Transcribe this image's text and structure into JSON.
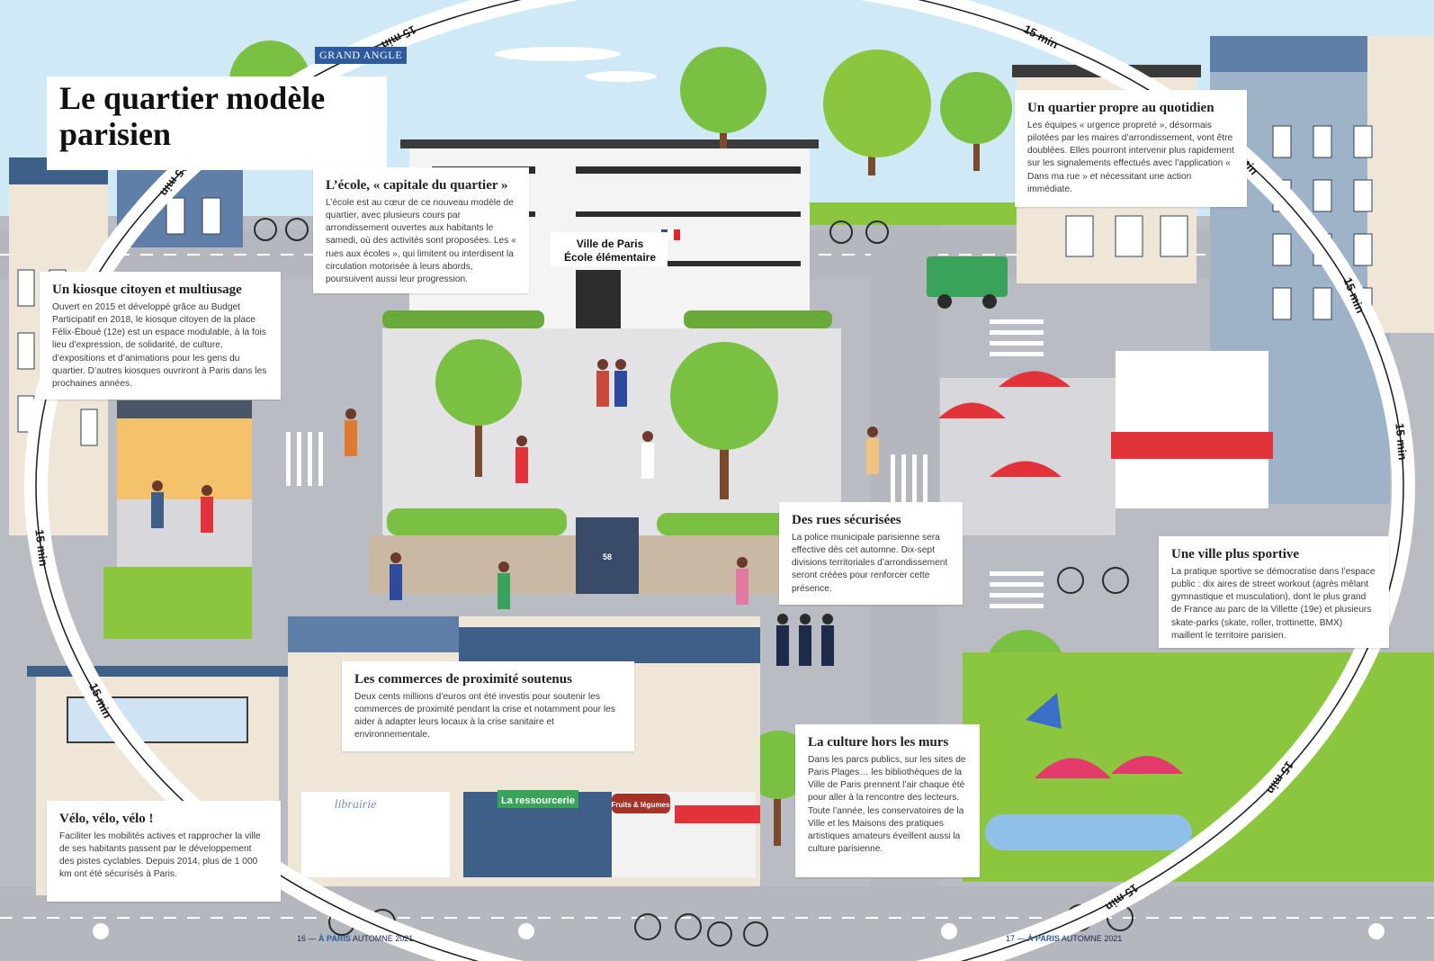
{
  "header": {
    "tag": "GRAND ANGLE",
    "title": "Le quartier modèle parisien"
  },
  "callouts": {
    "ecole": {
      "title": "L’école, « capitale du quartier »",
      "text": "L’école est au cœur de ce nouveau modèle de quartier, avec plusieurs cours par arrondissement ouvertes aux habitants le samedi, où des activités sont proposées. Les « rues aux écoles », qui limitent ou interdisent la circulation motorisée à leurs abords, poursuivent aussi leur progression."
    },
    "propre": {
      "title": "Un quartier propre au quotidien",
      "text": "Les équipes « urgence propreté », désormais pilotées par les maires d’arrondissement, vont être doublées. Elles pourront intervenir plus rapidement sur les signalements effectués avec l’application « Dans ma rue » et nécessitant une action immédiate."
    },
    "kiosque": {
      "title": "Un kiosque citoyen et multiusage",
      "text": "Ouvert en 2015 et développé grâce au Budget Participatif en 2018, le kiosque citoyen de la place Félix-Éboué (12e) est un espace modulable, à la fois lieu d’expression, de solidarité, de culture, d’expositions et d’animations pour les gens du quartier. D’autres kiosques ouvriront à Paris dans les prochaines années."
    },
    "rues": {
      "title": "Des rues sécurisées",
      "text": "La police municipale parisienne sera effective dès cet automne. Dix-sept divisions territoriales d’arrondissement seront créées pour renforcer cette présence."
    },
    "sportive": {
      "title": "Une ville plus sportive",
      "text": "La pratique sportive se démocratise dans l’espace public : dix aires de street workout (agrès mêlant gymnastique et musculation), dont le plus grand de France au parc de la Villette (19e) et plusieurs skate-parks (skate, roller, trottinette, BMX) maillent le territoire parisien."
    },
    "commerces": {
      "title": "Les commerces de proximité soutenus",
      "text": "Deux cents millions d’euros ont été investis pour soutenir les commerces de proximité pendant la crise et notamment pour les aider à adapter leurs locaux à la crise sanitaire et environnementale."
    },
    "culture": {
      "title": "La culture hors les murs",
      "text": "Dans les parcs publics, sur les sites de Paris Plages… les bibliothèques de la Ville de Paris prennent l’air chaque été pour aller à la rencontre des lecteurs. Toute l’année, les conservatoires de la Ville et les Maisons des pratiques artistiques amateurs éveillent aussi la culture parisienne."
    },
    "velo": {
      "title": "Vélo, vélo, vélo !",
      "text": "Faciliter les mobilités actives et rapprocher la ville de ses habitants passent par le développement des pistes cyclables. Depuis 2014, plus de 1 000 km ont été sécurisés à Paris."
    }
  },
  "map_labels": {
    "school_sign_line1": "Ville de Paris",
    "school_sign_line2": "École élémentaire",
    "shop_librairie": "librairie",
    "shop_ressourcerie": "La ressourcerie",
    "shop_fruits": "Fruits & légumes",
    "gate_number": "58"
  },
  "distance_marker": "15 min",
  "footer": {
    "left_page": "16",
    "right_page": "17",
    "magazine": "À PARIS",
    "season": "AUTOMNE 2021"
  },
  "colors": {
    "sky": "#cfe9f7",
    "road": "#b9bcc2",
    "sidewalk": "#e6e6e8",
    "grass": "#8cc63f",
    "tree": "#7ac143",
    "trunk": "#7a4a2a",
    "building_blue": "#5f7fa8",
    "building_beige": "#efe6d8",
    "circle": "#ffffff",
    "tag": "#2e5a9e"
  }
}
